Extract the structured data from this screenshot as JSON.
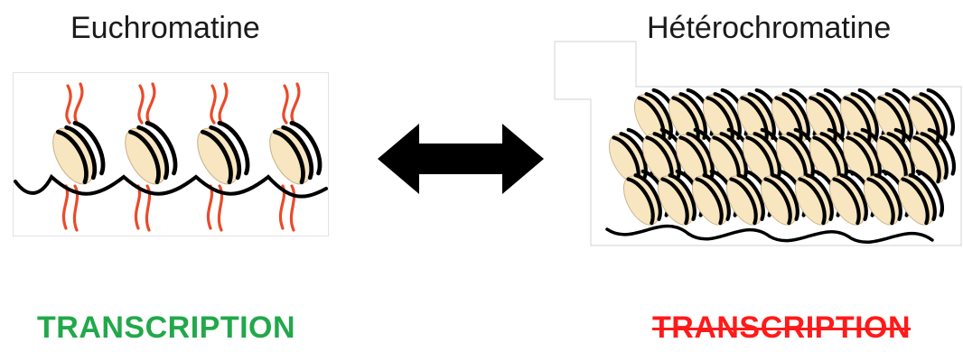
{
  "left": {
    "title": "Euchromatine",
    "status": "TRANSCRIPTION",
    "status_color": "#22a84a",
    "status_crossed": false
  },
  "right": {
    "title": "Hétérochromatine",
    "status": "TRANSCRIPTION",
    "status_color": "#ff1a1a",
    "status_crossed": true
  },
  "arrow": {
    "direction": "bidirectional",
    "color": "#000000"
  },
  "colors": {
    "nucleosome_fill": "#f8e6c1",
    "dna": "#000000",
    "histone_tail": "#ea4a2a",
    "panel_border": "#dadada"
  }
}
